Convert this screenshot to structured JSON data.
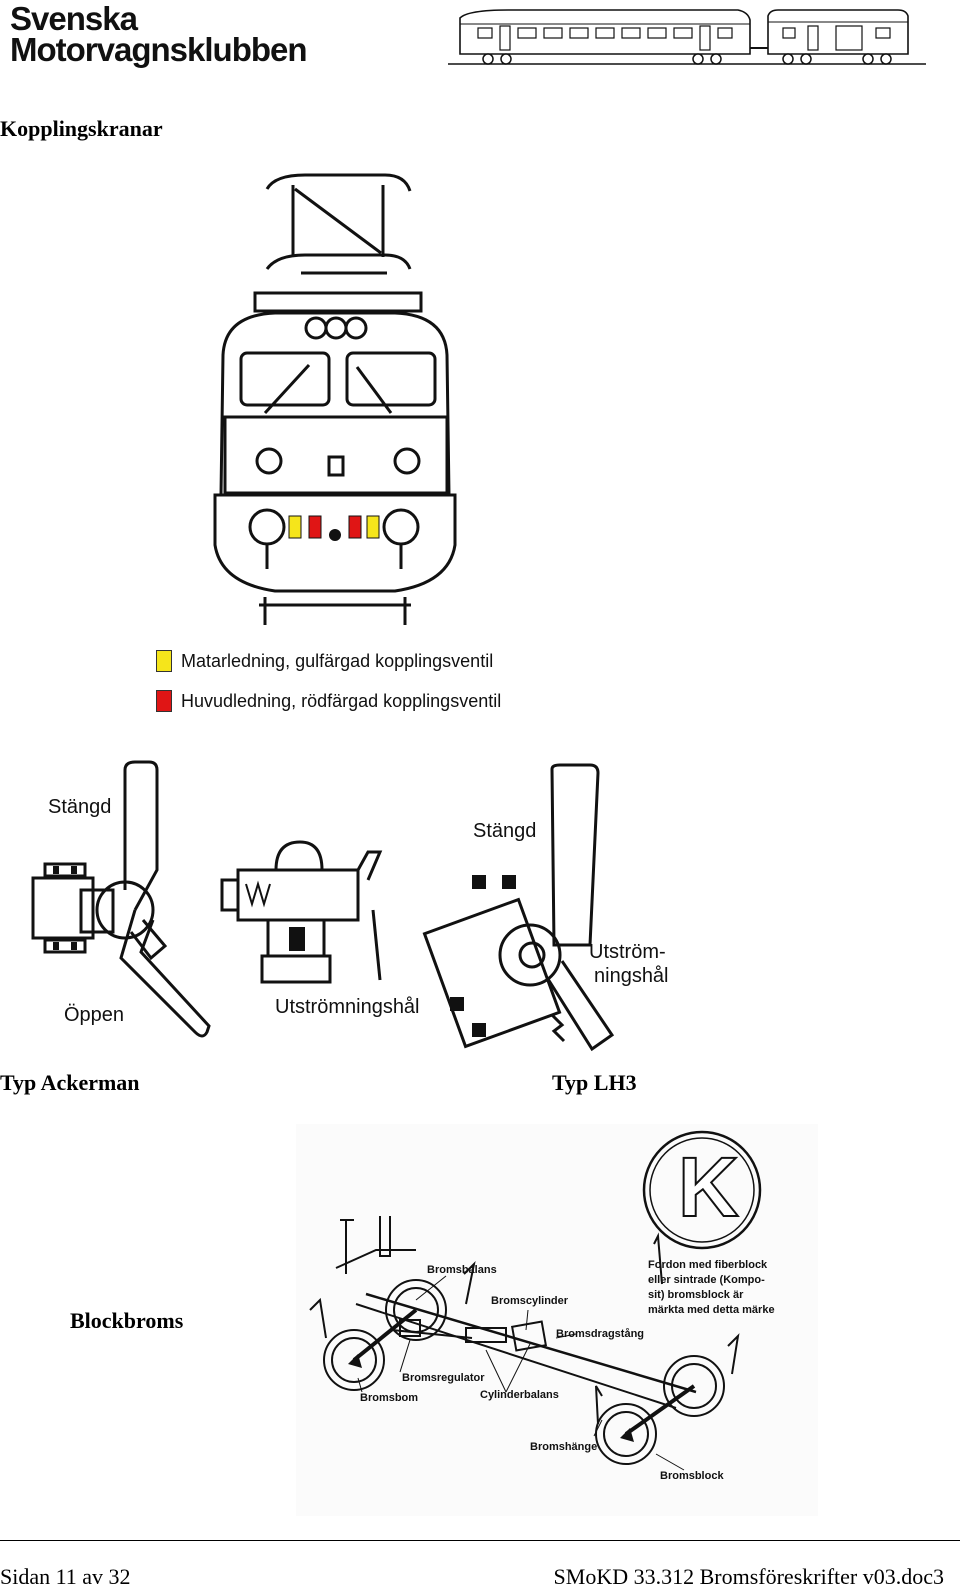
{
  "header": {
    "logo_line1": "Svenska",
    "logo_line2": "Motorvagnsklubben"
  },
  "page_title": "Kopplingskranar",
  "legend": {
    "yellow_label": "Matarledning, gulfärgad kopplingsventil",
    "red_label": "Huvudledning, rödfärgad kopplingsventil",
    "yellow_color": "#f5e51b",
    "red_color": "#e01515"
  },
  "valves": {
    "left_closed": "Stängd",
    "left_open": "Öppen",
    "middle_outlet": "Utströmningshål",
    "right_closed": "Stängd",
    "right_outlet_line1": "Utström-",
    "right_outlet_line2": "ningshål"
  },
  "captions": {
    "ackerman": "Typ Ackerman",
    "lh3": "Typ LH3",
    "blockbroms": "Blockbroms"
  },
  "brake_diagram": {
    "symbol_letter": "K",
    "note_line1": "Fordon med fiberblock",
    "note_line2": "eller sintrade (Kompo-",
    "note_line3": "sit) bromsblock är",
    "note_line4": "märkta med detta märke",
    "bromsbalans": "Bromsbalans",
    "bromscylinder": "Bromscylinder",
    "bromsdragstang": "Bromsdragstång",
    "bromsregulator": "Bromsregulator",
    "cylinderbalans": "Cylinderbalans",
    "bromsbom": "Bromsbom",
    "bromshange": "Bromshänge",
    "bromsblock": "Bromsblock"
  },
  "footer": {
    "page_number": "Sidan 11 av 32",
    "document_ref": "SMoKD 33.312 Bromsföreskrifter v03.doc3"
  }
}
